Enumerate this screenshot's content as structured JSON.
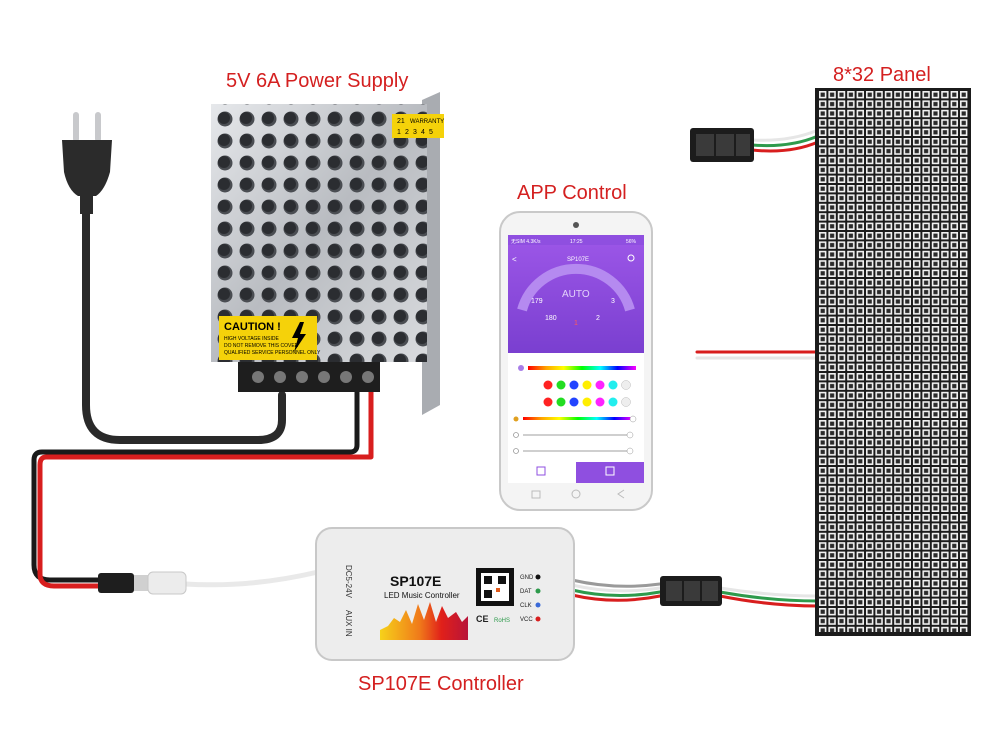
{
  "labels": {
    "power_supply": "5V 6A Power Supply",
    "app_control": "APP Control",
    "panel": "8*32 Panel",
    "controller": "SP107E Controller"
  },
  "power_supply": {
    "caution_title": "CAUTION !",
    "caution_line1": "HIGH VOLTAGE INSIDE",
    "caution_line2": "DO NOT REMOVE THIS COVER",
    "caution_line3": "QUALIFIED SERVICE PERSONNEL ONLY",
    "warranty_label": "WARRANTY",
    "warranty_year": "21",
    "warranty_months": [
      "1",
      "2",
      "3",
      "4",
      "5"
    ]
  },
  "phone": {
    "status_left": "无SIM 4.3K/s",
    "status_time": "17:25",
    "status_right": "56%",
    "app_title": "SP107E",
    "mode": "AUTO",
    "dial_numbers": [
      "179",
      "180",
      "1",
      "2",
      "3"
    ]
  },
  "controller": {
    "model": "SP107E",
    "subtitle": "LED Music Controller",
    "port_label": "DC5-24V",
    "aux_label": "AUX IN",
    "pins": [
      "GND",
      "DAT",
      "CLK",
      "VCC"
    ],
    "cert_marks": [
      "CE",
      "RoHS"
    ]
  },
  "colors": {
    "label_red": "#d42020",
    "wire_red": "#d81e1e",
    "wire_black": "#1a1a1a",
    "wire_green": "#2e9a4c",
    "phone_accent": "#8f4fe0",
    "caution_yellow": "#f5d20a"
  }
}
